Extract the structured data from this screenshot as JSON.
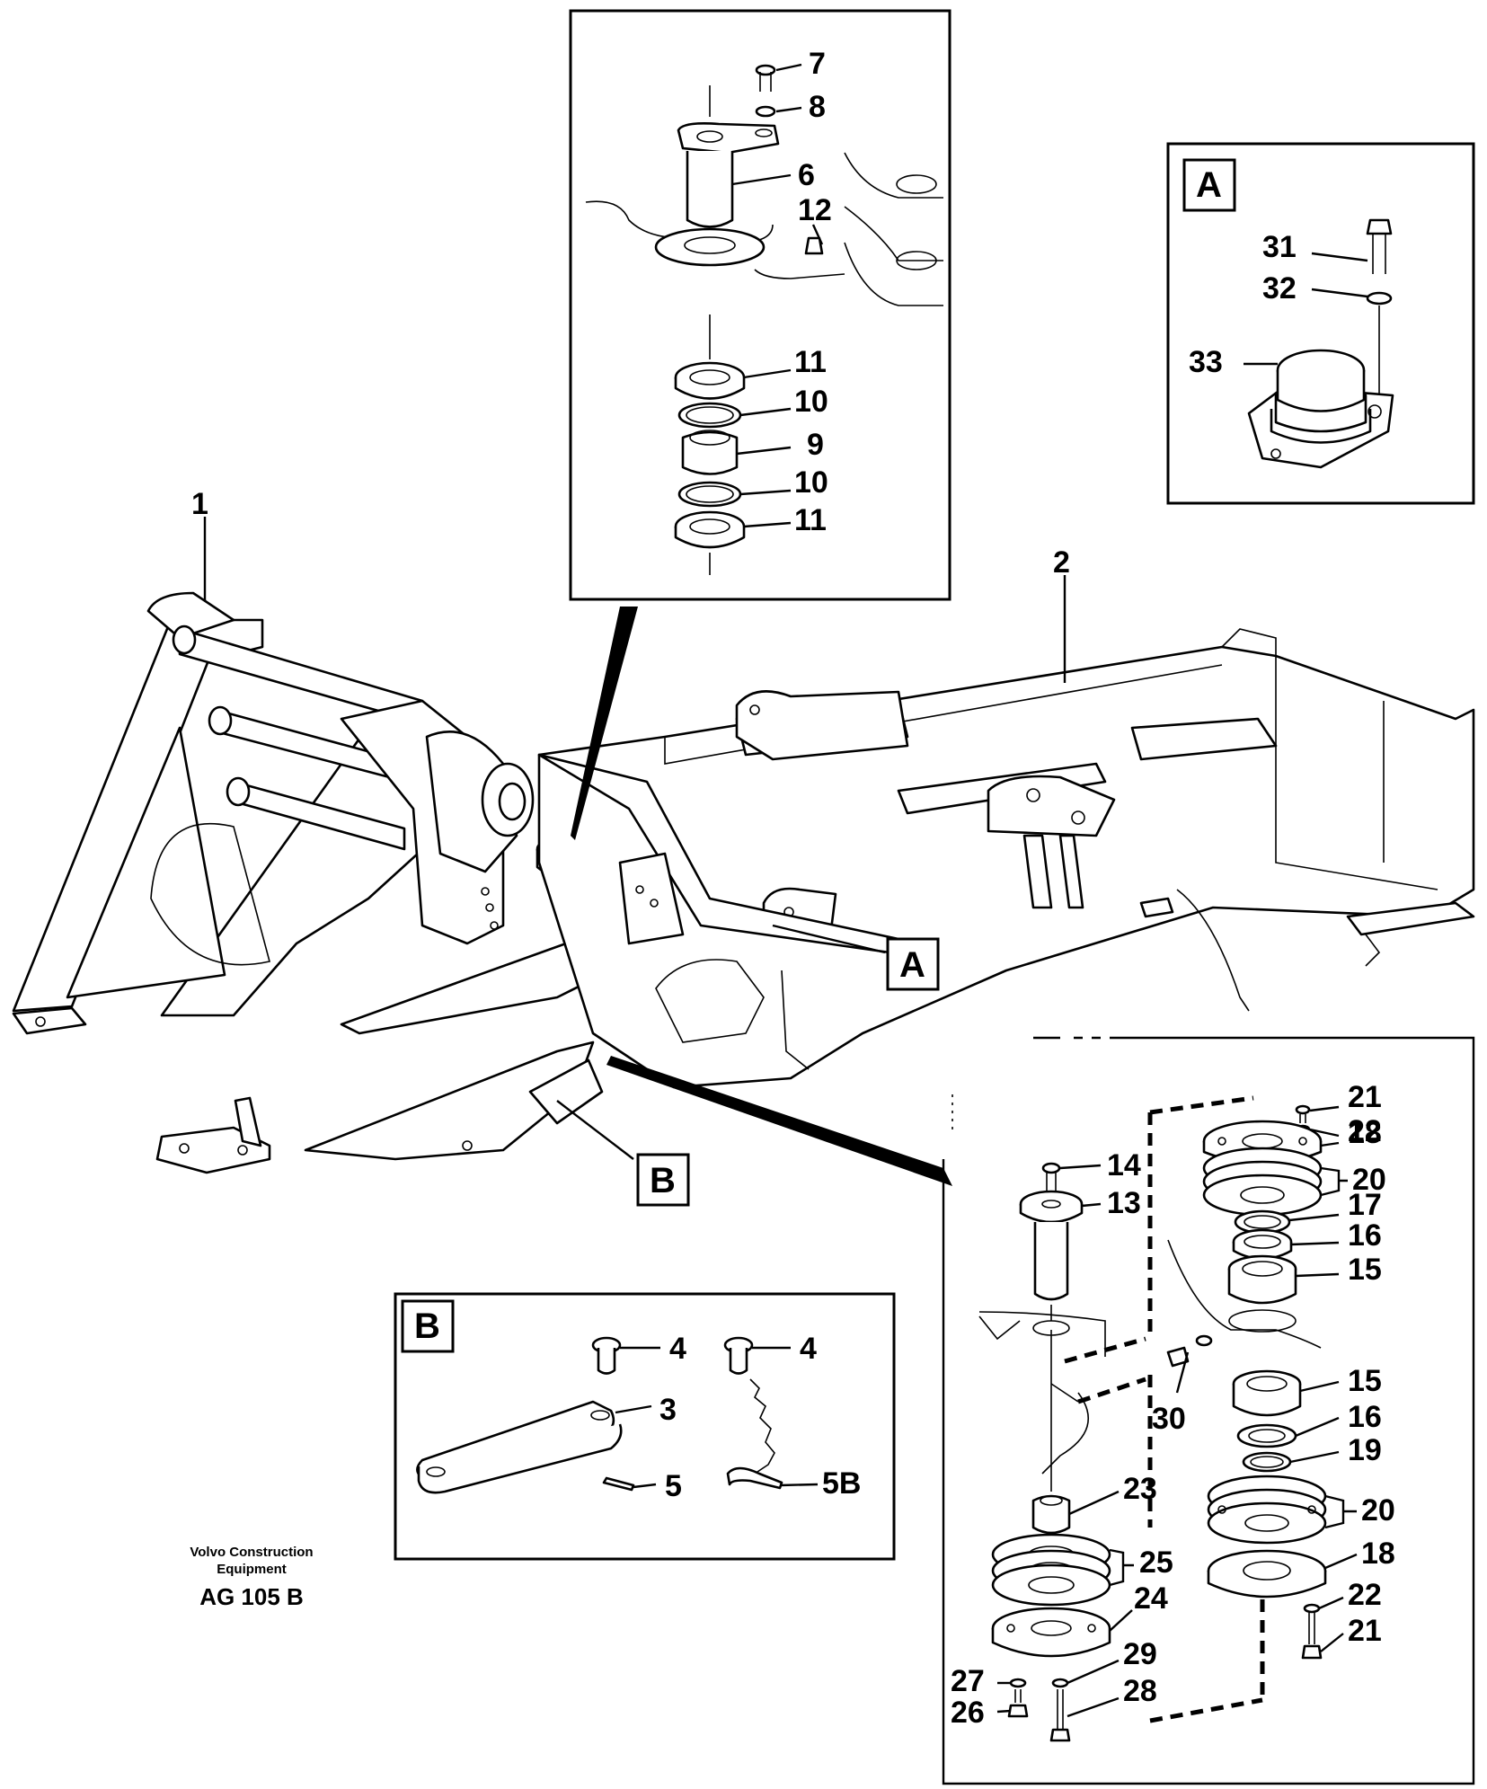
{
  "drawing_code": "AG 105 B",
  "company_line1": "Volvo Construction",
  "company_line2": "Equipment",
  "detail_tags": {
    "a": "A",
    "b": "B"
  },
  "callouts": {
    "frame_front": "1",
    "frame_rear": "2",
    "link": "3",
    "pin_b1": "4",
    "pin_b2": "4",
    "cotter": "5",
    "chain_pin": "5B",
    "upper_pin": "6",
    "upper_screw": "7",
    "upper_washer": "8",
    "bearing_ball": "9",
    "ring_upper": "10",
    "ring_lower": "10",
    "seal_upper": "11",
    "seal_lower": "11",
    "grease_nipple_upper": "12",
    "lower_pin": "13",
    "lower_screw": "14",
    "bearing_a": "15",
    "bearing_b": "15",
    "spacer_a": "16",
    "spacer_b": "16",
    "sleeve": "17",
    "cap_a": "18",
    "cap_b": "18",
    "seal_ring": "19",
    "shims_a": "20",
    "shims_b": "20",
    "screw_a": "21",
    "screw_b": "21",
    "washer_a": "22",
    "washer_b": "22",
    "bushing": "23",
    "lock_plate": "24",
    "shims_c": "25",
    "nut": "26",
    "washer_c": "27",
    "bolt": "28",
    "washer_d": "29",
    "grease_nipple_lower": "30",
    "damper_bolt": "31",
    "damper_washer": "32",
    "damper": "33"
  },
  "colors": {
    "ink": "#000000",
    "paper": "#ffffff"
  }
}
